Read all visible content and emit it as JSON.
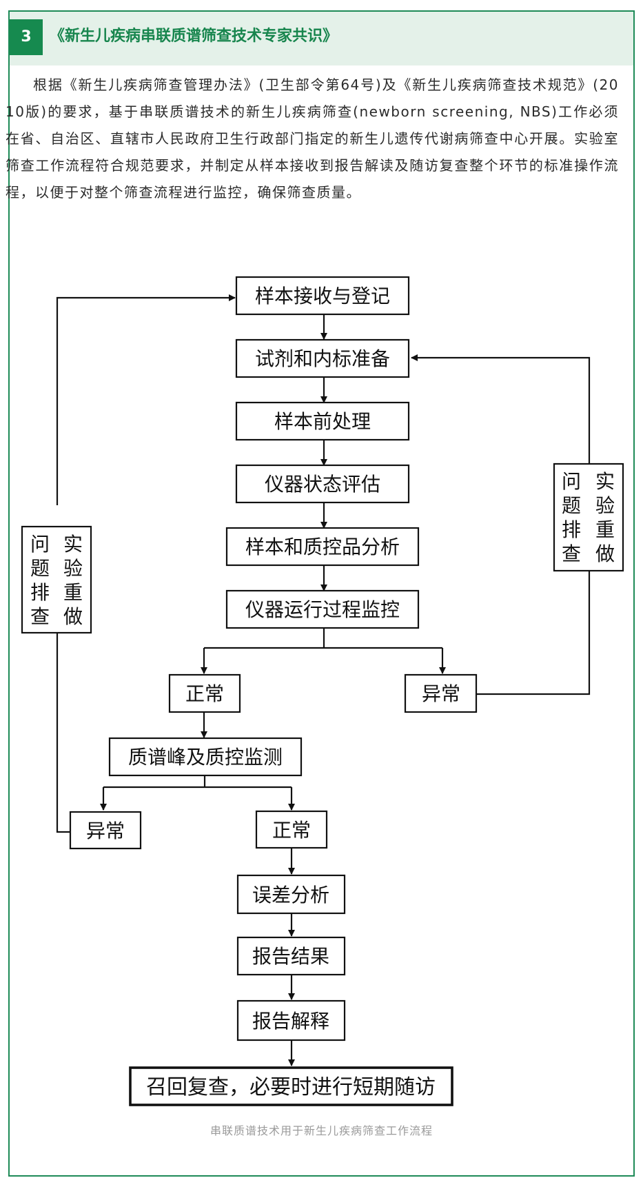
{
  "section": {
    "number": "3",
    "title": "《新生儿疾病串联质谱筛查技术专家共识》"
  },
  "intro": "根据《新生儿疾病筛查管理办法》(卫生部令第64号)及《新生儿疾病筛查技术规范》(2010版)的要求，基于串联质谱技术的新生儿疾病筛查(newborn screening, NBS)工作必须在省、自治区、直辖市人民政府卫生行政部门指定的新生儿遗传代谢病筛查中心开展。实验室筛查工作流程符合规范要求，并制定从样本接收到报告解读及随访复查整个环节的标准操作流程，以便于对整个筛查流程进行监控，确保筛查质量。",
  "flowchart": {
    "steps": {
      "receive": "样本接收与登记",
      "reagent": "试剂和内标准备",
      "pretreat": "样本前处理",
      "instrument_eval": "仪器状态评估",
      "analysis": "样本和质控品分析",
      "monitor": "仪器运行过程监控",
      "normal_1": "正常",
      "abnormal_1": "异常",
      "peak_qc": "质谱峰及质控监测",
      "abnormal_2": "异常",
      "normal_2": "正常",
      "error_analysis": "误差分析",
      "report_result": "报告结果",
      "report_explain": "报告解释",
      "recall": "召回复查，必要时进行短期随访"
    },
    "side_note_left": [
      "问",
      "题",
      "排",
      "查",
      "实",
      "验",
      "重",
      "做"
    ],
    "side_note_right": [
      "问",
      "题",
      "排",
      "查",
      "实",
      "验",
      "重",
      "做"
    ]
  },
  "caption": "串联质谱技术用于新生儿疾病筛查工作流程"
}
